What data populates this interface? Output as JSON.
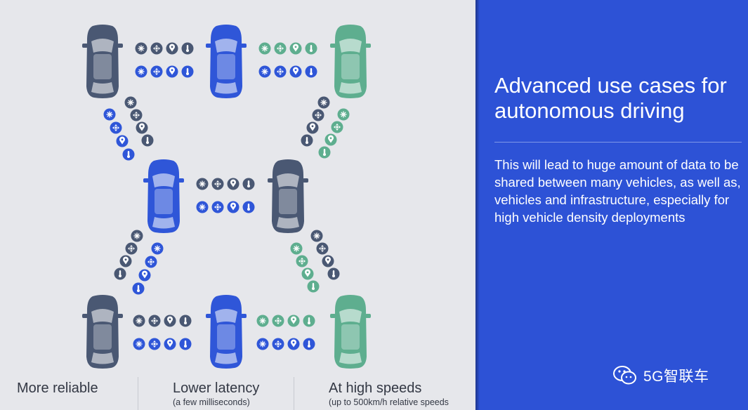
{
  "title": "Advanced use cases for autonomous driving",
  "description": "This will lead to huge amount of data to be shared between many vehicles, as well as, vehicles and infrastructure, especially for high vehicle density deployments",
  "footer": [
    {
      "label": "More reliable",
      "sub": ""
    },
    {
      "label": "Lower latency",
      "sub": "(a few milliseconds)"
    },
    {
      "label": "At high speeds",
      "sub": "(up to 500km/h relative speeds"
    }
  ],
  "watermark": "5G智联车",
  "colors": {
    "dark_car": "#4a5873",
    "blue_car": "#2f56d8",
    "green_car": "#5eae8f",
    "panel": "#2d52d6",
    "background": "#e6e7eb"
  },
  "icon_names": [
    "snowflake-icon",
    "cross-arrows-icon",
    "location-pin-icon",
    "thermometer-icon"
  ]
}
